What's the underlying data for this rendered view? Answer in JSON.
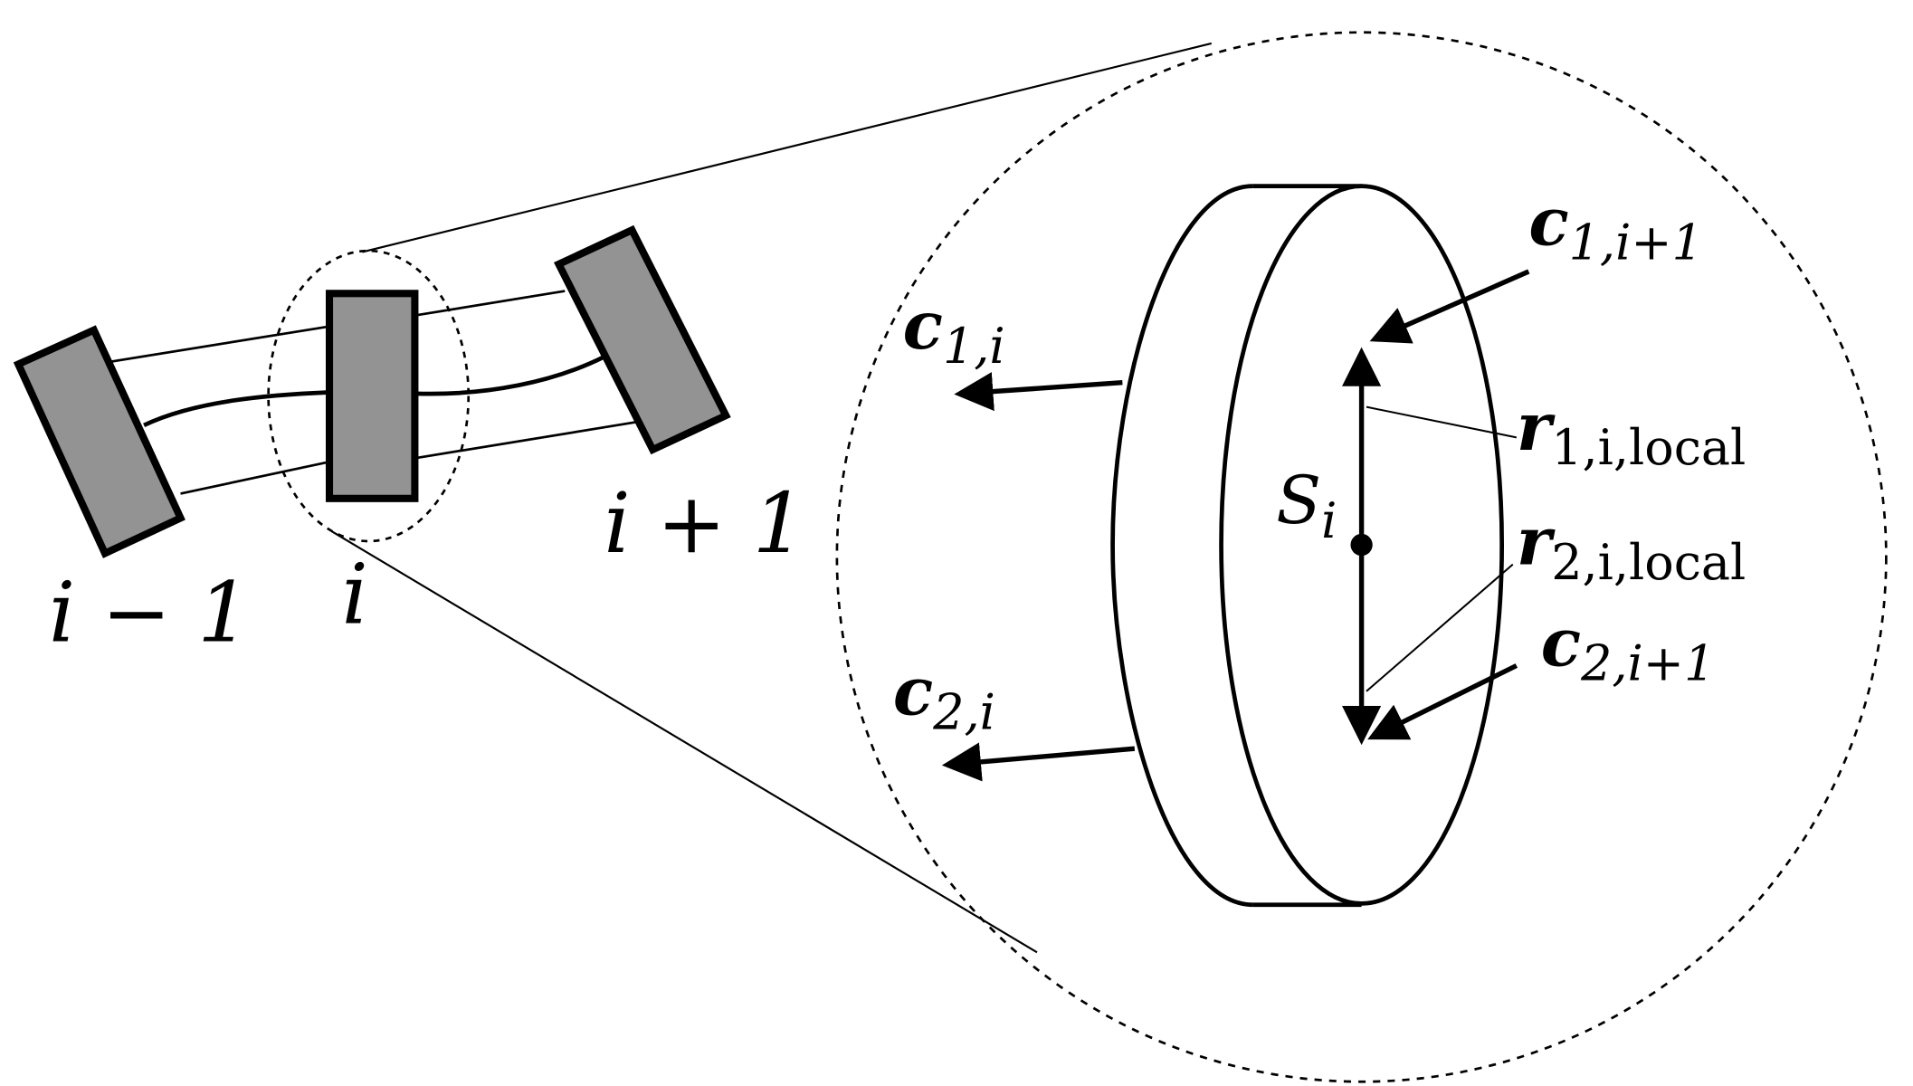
{
  "labels": {
    "seg_prev": "i − 1",
    "seg_cur": "i",
    "seg_next": "i + 1",
    "S": {
      "base": "S",
      "sub": "i"
    },
    "c1i": {
      "base": "c",
      "sub": "1,i"
    },
    "c2i": {
      "base": "c",
      "sub": "2,i"
    },
    "c1i1": {
      "base": "c",
      "sub": "1,i+1"
    },
    "c2i1": {
      "base": "c",
      "sub": "2,i+1"
    },
    "r1": {
      "base": "r",
      "sub": "1,i,local"
    },
    "r2": {
      "base": "r",
      "sub": "2,i,local"
    }
  },
  "colors": {
    "segment_fill": "#939393",
    "stroke": "#000000",
    "background": "#ffffff"
  }
}
